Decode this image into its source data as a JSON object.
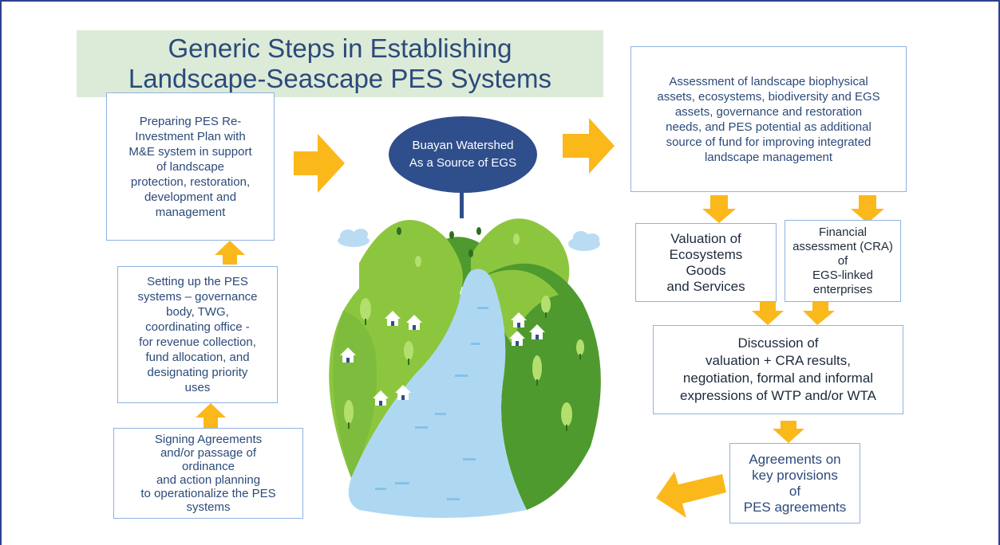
{
  "title": {
    "line1": "Generic Steps in Establishing",
    "line2": "Landscape-Seascape PES Systems"
  },
  "center_label": {
    "line1": "Buayan Watershed",
    "line2": "As a Source of EGS"
  },
  "boxes": {
    "reinvestment": "Preparing PES Re-\nInvestment Plan with\nM&E system in support\nof landscape\nprotection,  restoration,\ndevelopment and\nmanagement",
    "setup": "Setting up the PES\nsystems – governance\nbody, TWG,\ncoordinating office -\nfor revenue collection,\nfund allocation, and\ndesignating priority\nuses",
    "signing": "Signing Agreements\nand/or passage of\nordinance\nand action planning\nto operationalize the PES\nsystems",
    "assessment": "Assessment of landscape biophysical\nassets, ecosystems,  biodiversity and EGS\nassets,  governance and restoration\nneeds, and PES potential as additional\nsource of fund for improving integrated\nlandscape management",
    "valuation": "Valuation of\nEcosystems\nGoods\nand Services",
    "financial": "Financial\nassessment (CRA)\nof\nEGS-linked\nenterprises",
    "discussion": "Discussion of\nvaluation  + CRA results,\nnegotiation, formal and informal\nexpressions of WTP and/or WTA",
    "agreements": "Agreements on\nkey provisions\nof\nPES agreements"
  },
  "colors": {
    "arrow": "#fbb81b",
    "box_border": "#8fb3df",
    "title_bg": "#dcebd8",
    "title_text": "#2c4a7a",
    "circle": "#2f4e8c",
    "hill_light": "#8cc63f",
    "hill_dark": "#4f9a2e",
    "river": "#aed8f2"
  }
}
